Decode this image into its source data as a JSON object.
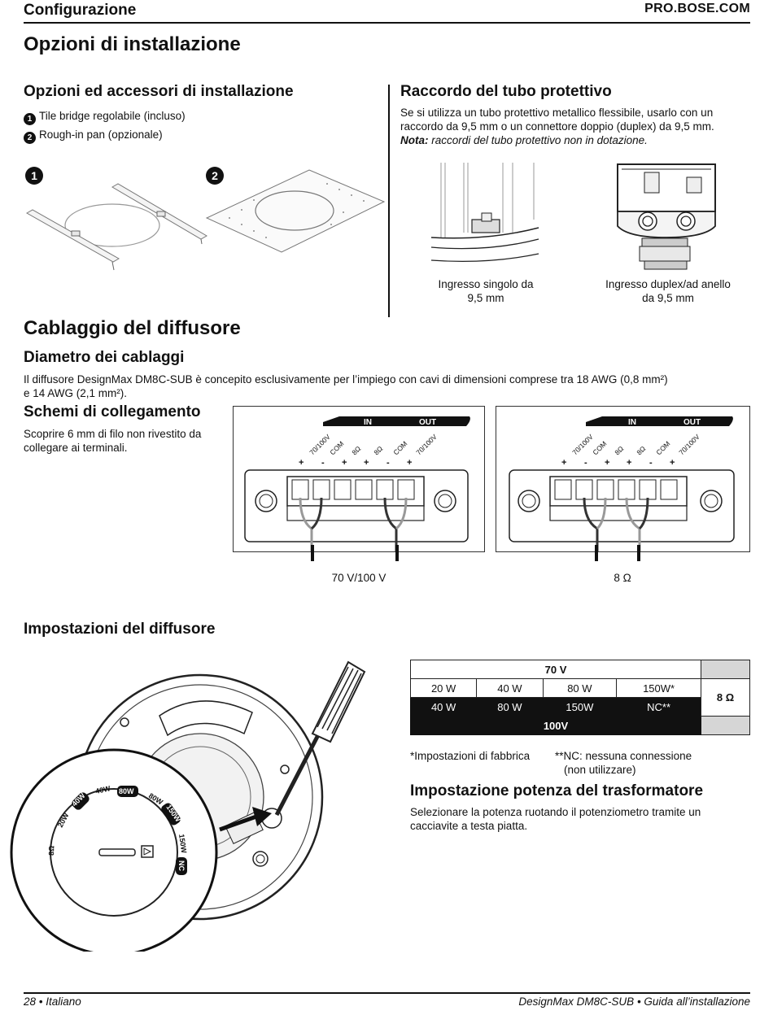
{
  "header": {
    "section": "Configurazione",
    "site": "PRO.BOSE.COM"
  },
  "title": "Opzioni di installazione",
  "options": {
    "heading": "Opzioni ed accessori di installazione",
    "items": [
      {
        "num": "1",
        "label": "Tile bridge regolabile (incluso)"
      },
      {
        "num": "2",
        "label": "Rough-in pan (opzionale)"
      }
    ]
  },
  "conduit": {
    "heading": "Raccordo del tubo protettivo",
    "text": "Se si utilizza un tubo protettivo metallico flessibile, usarlo con un raccordo da 9,5 mm o un connettore doppio (duplex) da 9,5 mm.",
    "note_label": "Nota:",
    "note_text": " raccordi del tubo protettivo non in dotazione.",
    "caption_left_1": "Ingresso singolo da",
    "caption_left_2": "9,5 mm",
    "caption_right_1": "Ingresso duplex/ad anello",
    "caption_right_2": "da 9,5 mm"
  },
  "wiring": {
    "heading": "Cablaggio del diffusore",
    "gauge_heading": "Diametro dei cablaggi",
    "gauge_text_1": "Il diffusore DesignMax DM8C-SUB è concepito esclusivamente per l’impiego con cavi di dimensioni comprese tra 18 AWG (0,8 mm²)",
    "gauge_text_2": "e 14 AWG (2,1 mm²).",
    "schema_heading": "Schemi di collegamento",
    "schema_text_1": "Scoprire 6 mm di filo non rivestito da",
    "schema_text_2": "collegare ai terminali.",
    "in_label": "IN",
    "out_label": "OUT",
    "terminal_labels": [
      "70/100V",
      "COM",
      "8Ω",
      "8Ω",
      "COM",
      "70/100V"
    ],
    "polarity": [
      "+",
      "-",
      "+",
      "+",
      "-",
      "+"
    ],
    "diagram_left_caption": "70 V/100 V",
    "diagram_right_caption": "8 Ω"
  },
  "settings": {
    "heading": "Impostazioni del diffusore",
    "dial_labels": [
      "8Ω",
      "20W",
      "40W",
      "40W",
      "80W",
      "80W",
      "150W",
      "150W",
      "NC"
    ],
    "table": {
      "top_header": "70 V",
      "row_70": [
        "20 W",
        "40 W",
        "80 W",
        "150W*"
      ],
      "row_100": [
        "40 W",
        "80 W",
        "150W",
        "NC**"
      ],
      "bottom_header": "100V",
      "side_label": "8 Ω"
    },
    "footnote_1": "*Impostazioni di fabbrica",
    "footnote_2a": "**NC: nessuna connessione",
    "footnote_2b": "(non utilizzare)",
    "transformer_heading": "Impostazione potenza del trasformatore",
    "transformer_text_1": "Selezionare la potenza ruotando il potenziometro tramite un",
    "transformer_text_2": "cacciavite a testa piatta."
  },
  "footer": {
    "left": "28 • Italiano",
    "right": "DesignMax DM8C-SUB • Guida all’installazione"
  }
}
